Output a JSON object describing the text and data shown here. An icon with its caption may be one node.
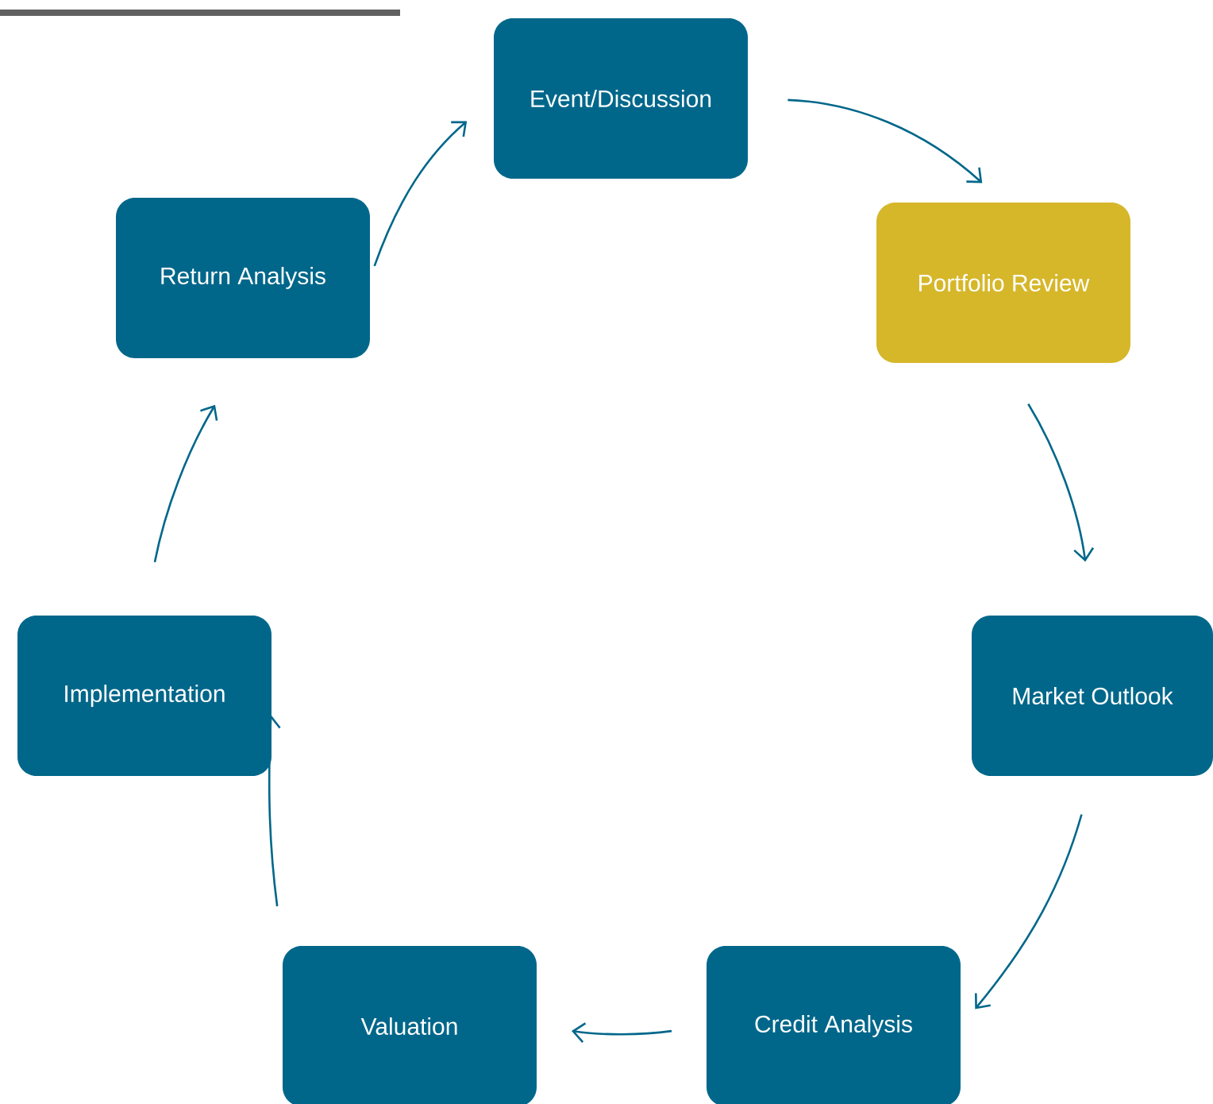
{
  "diagram": {
    "nodes": [
      {
        "text": [
          "Event/Discussion"
        ]
      },
      {
        "text": [
          "Portfolio Review"
        ]
      },
      {
        "text": [
          "Market Outlook"
        ]
      },
      {
        "text": [
          "Credit Analysis"
        ]
      },
      {
        "text": [
          "Valuation"
        ]
      },
      {
        "text": [
          "Implementation"
        ]
      },
      {
        "text": [
          "Return Analysis"
        ]
      }
    ],
    "edges": [
      {
        "from": 0,
        "to": 1,
        "arrow": "to"
      },
      {
        "from": 1,
        "to": 2,
        "arrow": "to"
      },
      {
        "from": 2,
        "to": 3,
        "arrow": "to"
      },
      {
        "from": 3,
        "to": 4,
        "arrow": "to"
      },
      {
        "from": 4,
        "to": 5,
        "arrow": "to"
      },
      {
        "from": 5,
        "to": 6,
        "arrow": "to"
      },
      {
        "from": 6,
        "to": 0,
        "arrow": "to"
      }
    ]
  }
}
